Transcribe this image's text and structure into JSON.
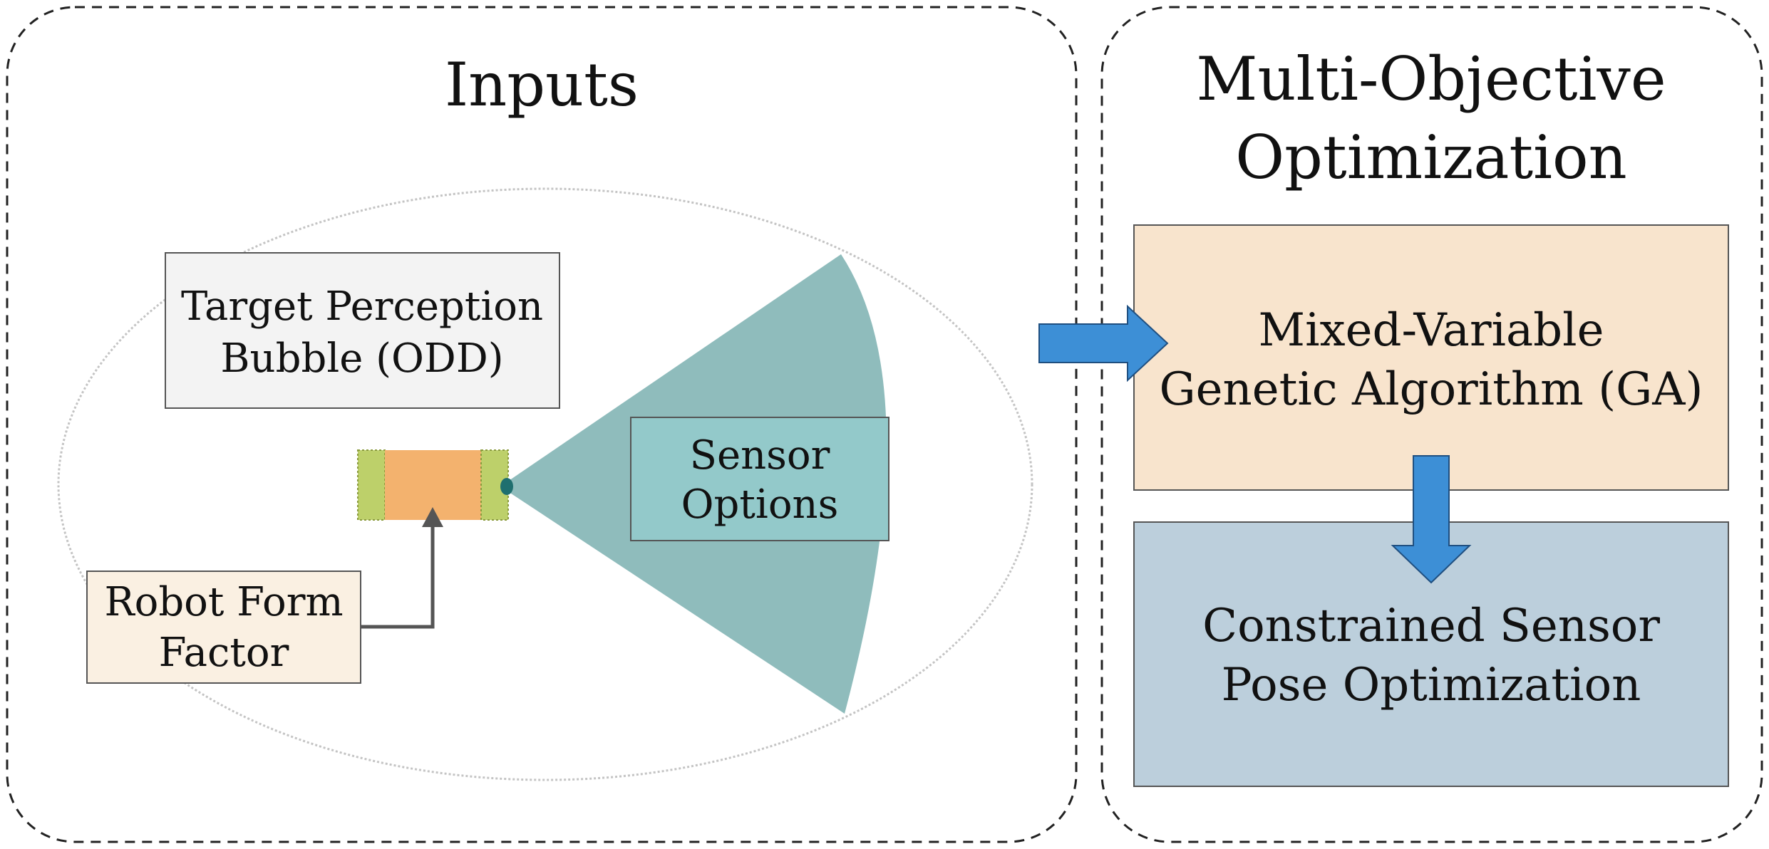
{
  "inputs_panel": {
    "title": "Inputs",
    "target_box": {
      "line1": "Target Perception",
      "line2": "Bubble (ODD)"
    },
    "sensor_box": {
      "line1": "Sensor",
      "line2": "Options"
    },
    "robot_box": {
      "line1": "Robot Form",
      "line2": "Factor"
    }
  },
  "optimization_panel": {
    "title_line1": "Multi-Objective",
    "title_line2": "Optimization",
    "ga_box": {
      "line1": "Mixed-Variable",
      "line2": "Genetic Algorithm (GA)"
    },
    "pose_box": {
      "line1": "Constrained Sensor",
      "line2": "Pose Optimization"
    }
  },
  "colors": {
    "target_box_fill": "#f3f3f3",
    "sensor_fov_fill": "#8fbcbc",
    "sensor_box_fill": "#93c9ca",
    "robot_body_fill": "#f3b26e",
    "robot_end_fill": "#bdd06a",
    "robot_box_fill": "#faf0e2",
    "ga_box_fill": "#f8e4cd",
    "pose_box_fill": "#bccfdc",
    "arrow_fill": "#3d8fd6"
  }
}
